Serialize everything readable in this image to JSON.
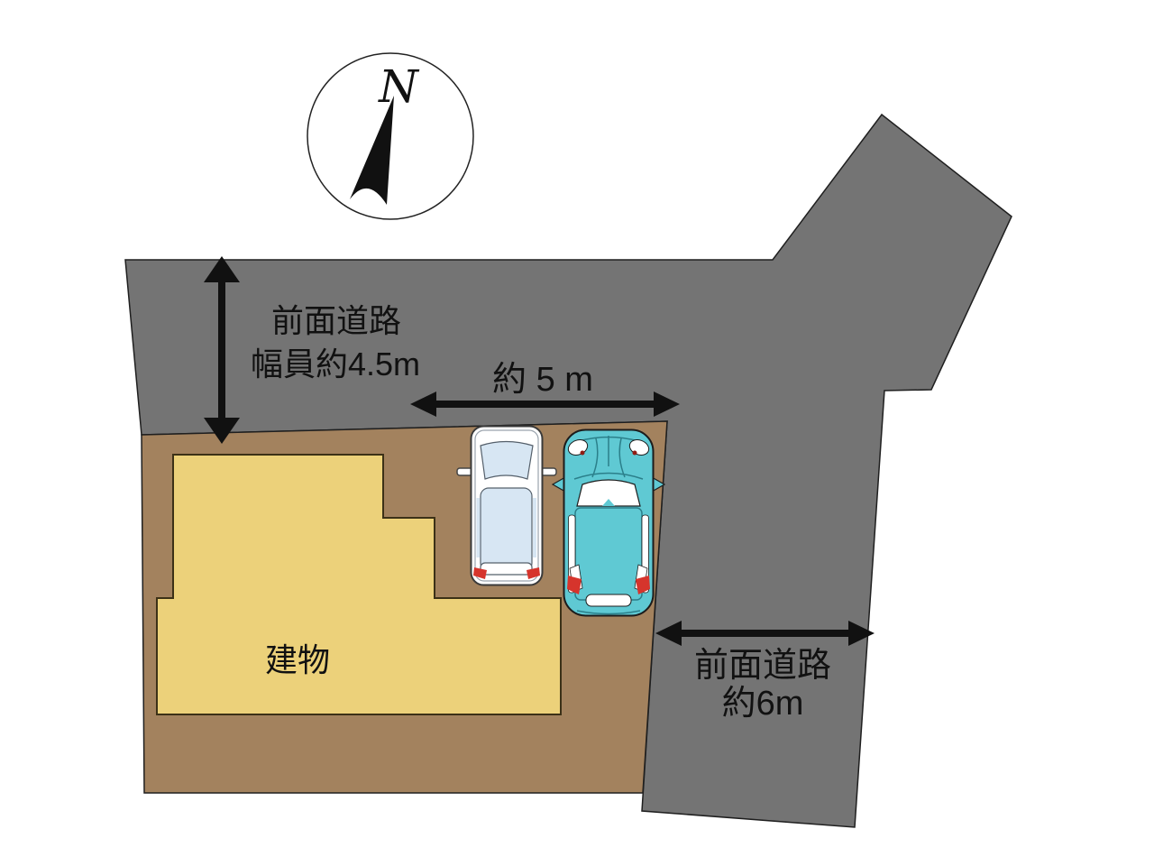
{
  "compass": {
    "north_label": "N"
  },
  "site": {
    "building_label": "建物",
    "front_road_top": {
      "line1": "前面道路",
      "line2": "幅員約4.5m"
    },
    "parking_width_label": "約 5 m",
    "front_road_right": {
      "line1": "前面道路",
      "line2": "約6m"
    }
  },
  "colors": {
    "road": "#747474",
    "lot": "#a3825e",
    "building": "#ecd17a",
    "car_teal": "#5fc9d3",
    "car_white": "#ffffff",
    "window_blue": "#d7e6f3",
    "tail_light": "#d6342c",
    "text": "#111111"
  }
}
